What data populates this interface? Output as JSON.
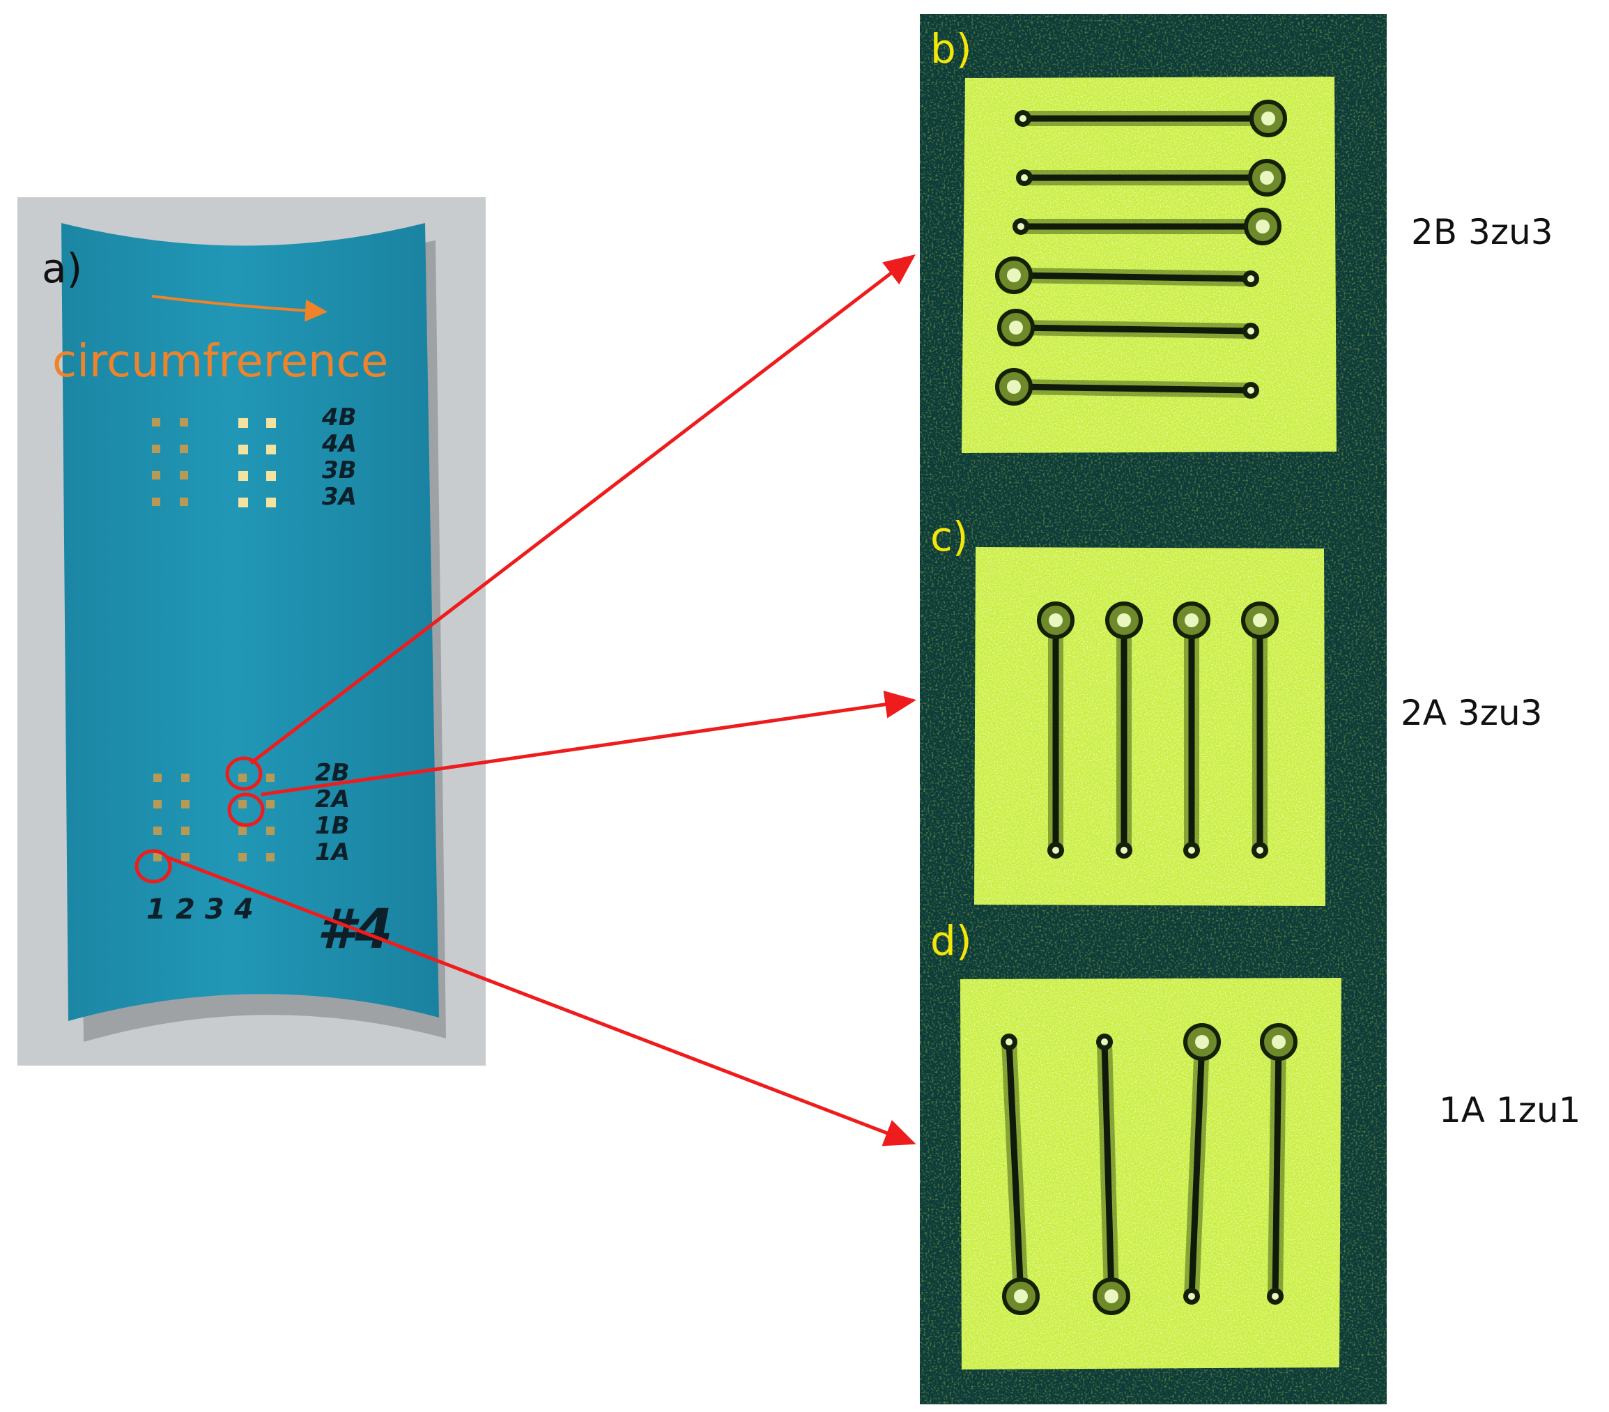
{
  "panels": {
    "a": {
      "letter": "a)",
      "arrow_label": "circumfrerence",
      "handwritten_row_labels_top": [
        "4B",
        "4A",
        "3B",
        "3A"
      ],
      "handwritten_row_labels_bottom": [
        "2B",
        "2A",
        "1B",
        "1A"
      ],
      "handwritten_column_labels": [
        "1",
        "2",
        "3",
        "4"
      ],
      "handwritten_part_id": "#4"
    },
    "b": {
      "letter": "b)",
      "side_label": "2B 3zu3"
    },
    "c": {
      "letter": "c)",
      "side_label": "2A 3zu3"
    },
    "d": {
      "letter": "d)",
      "side_label": "1A 1zu1"
    }
  },
  "colors": {
    "plate_blue": "#1e8fae",
    "photo_background": "#c9ccce",
    "micrograph_background": "#0b3d3a",
    "powder_green": "#c9ee3a",
    "annotation_red": "#ee1c1c",
    "arrow_orange": "#f0832a",
    "panel_letter_yellow": "#f5e60a"
  }
}
